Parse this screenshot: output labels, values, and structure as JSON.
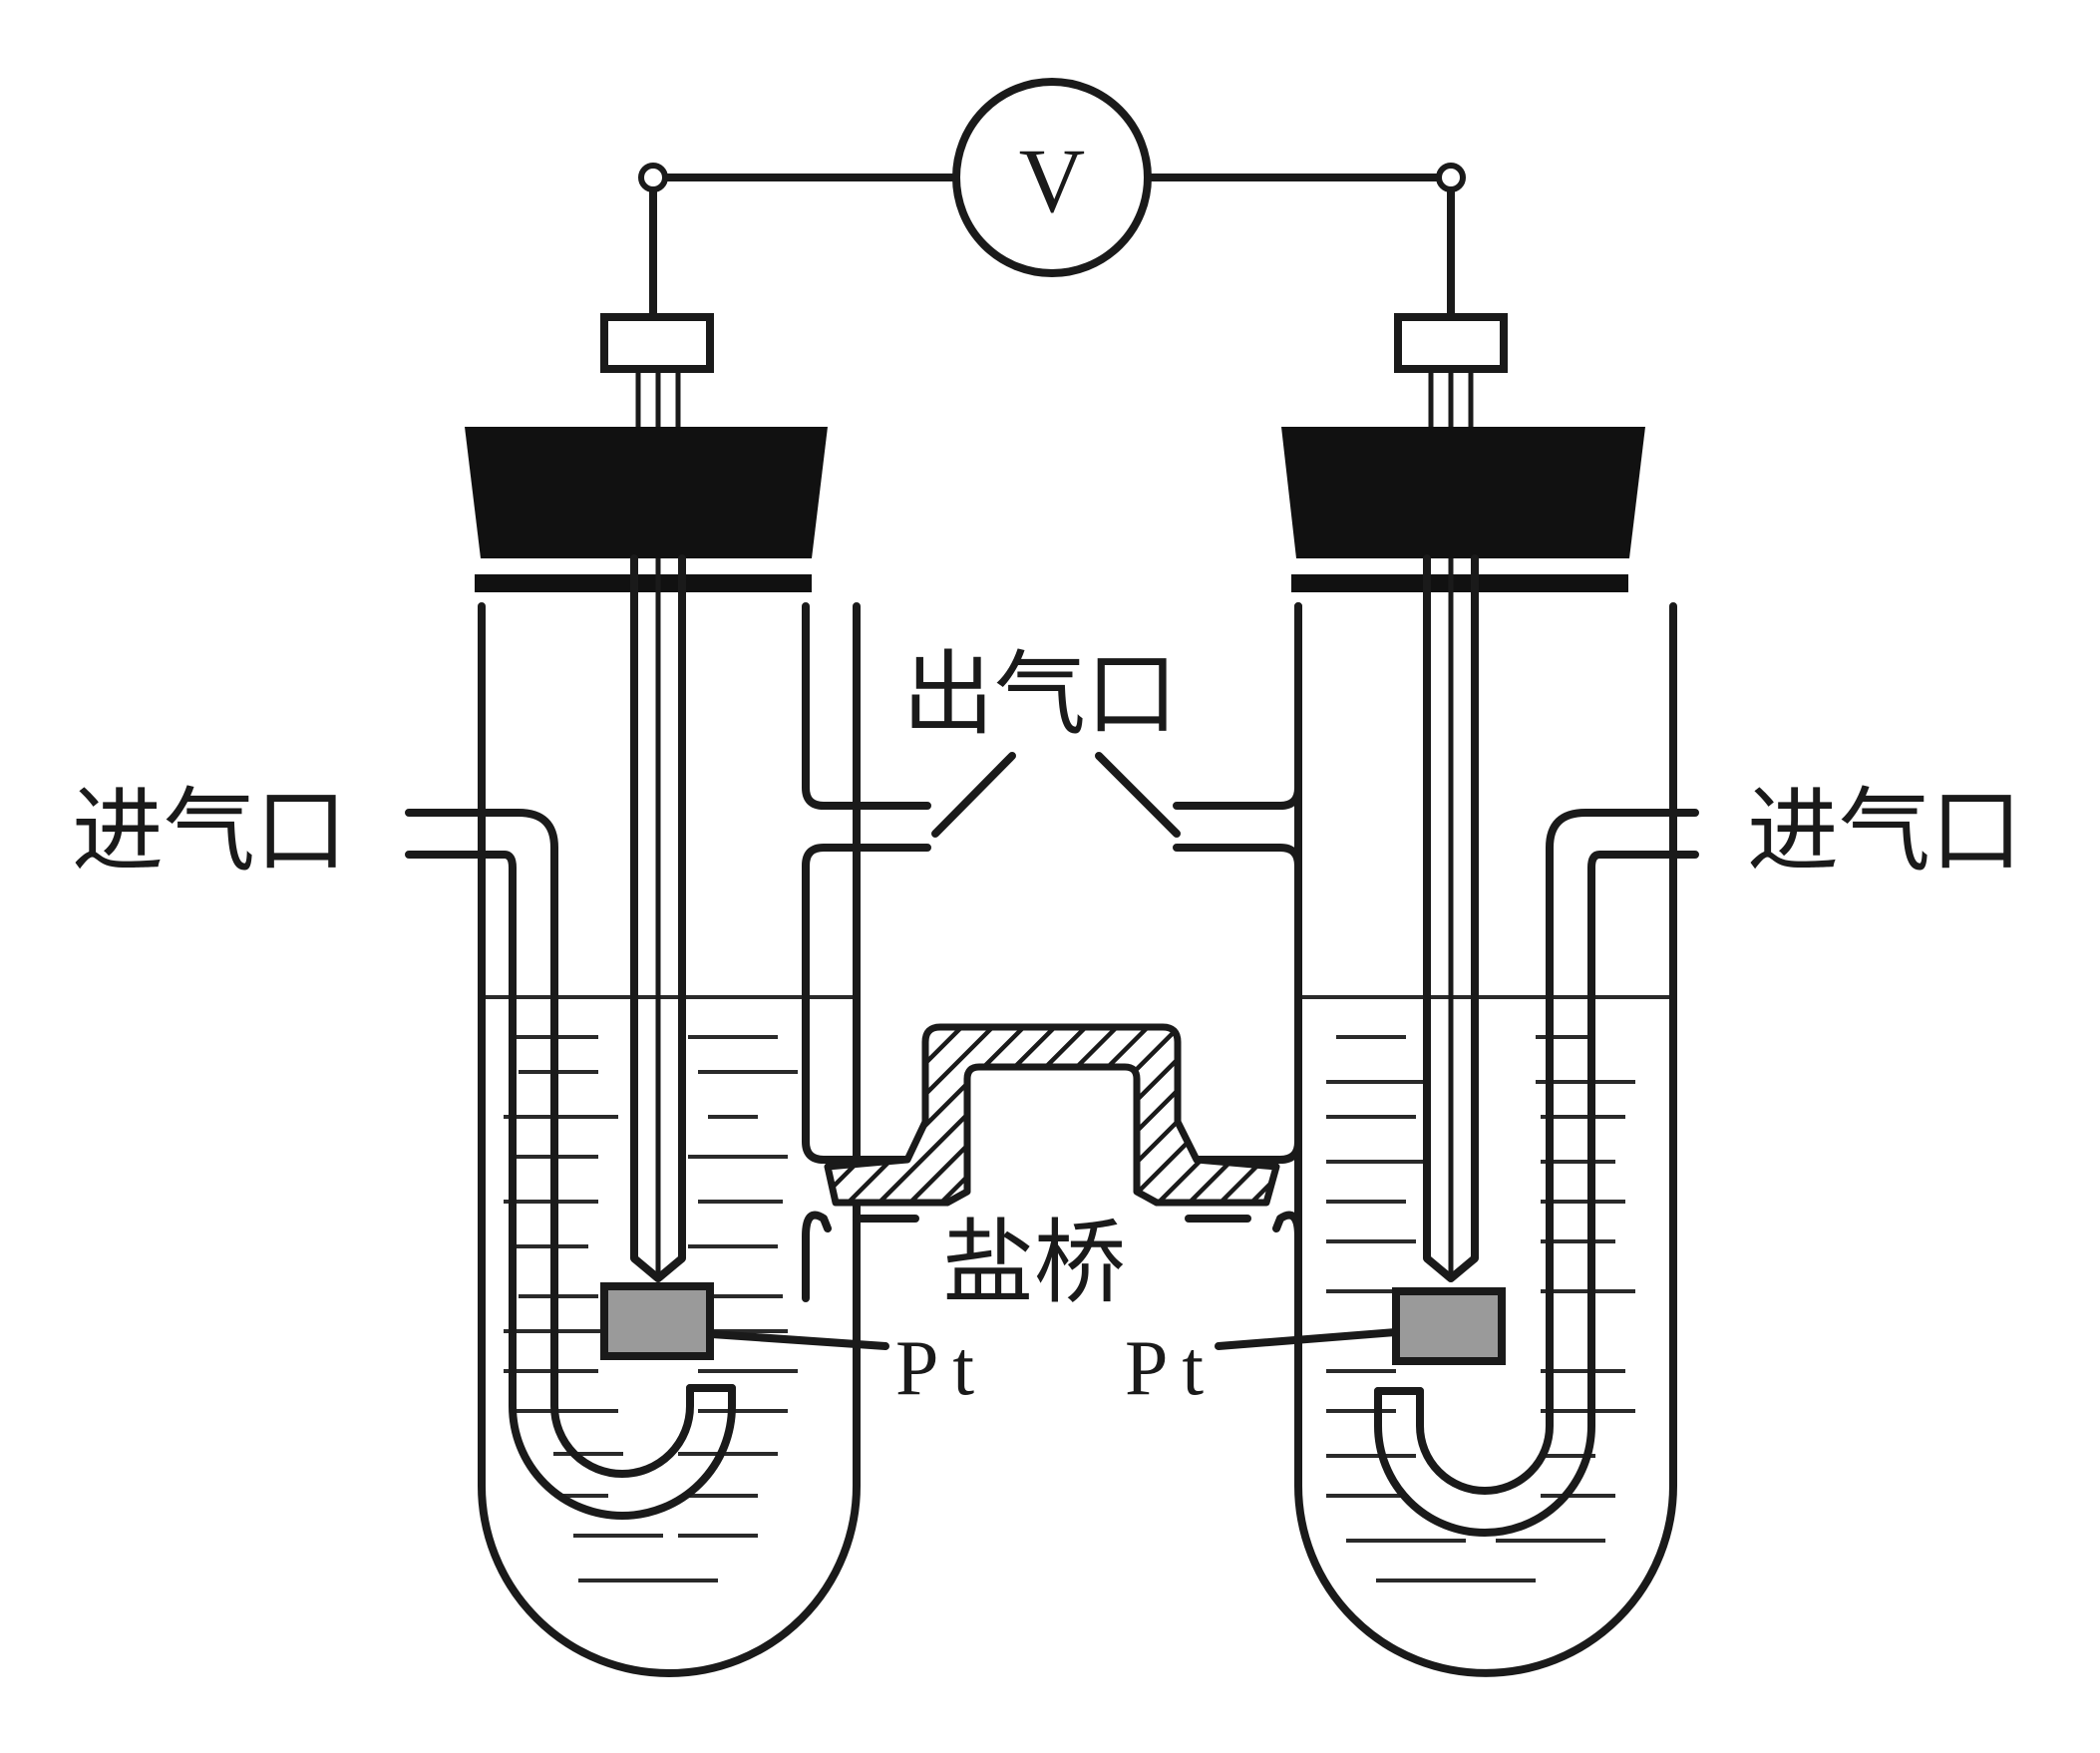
{
  "voltmeter": {
    "symbol": "V"
  },
  "labels": {
    "gas_inlet_left": "进气口",
    "gas_inlet_right": "进气口",
    "gas_outlet": "出气口",
    "salt_bridge": "盐桥",
    "electrode_left": "Pt",
    "electrode_right": "Pt"
  },
  "colors": {
    "line": "#1a1a1a",
    "stopper": "#111111",
    "electrode_fill": "#9a9a9a",
    "background": "#ffffff"
  }
}
